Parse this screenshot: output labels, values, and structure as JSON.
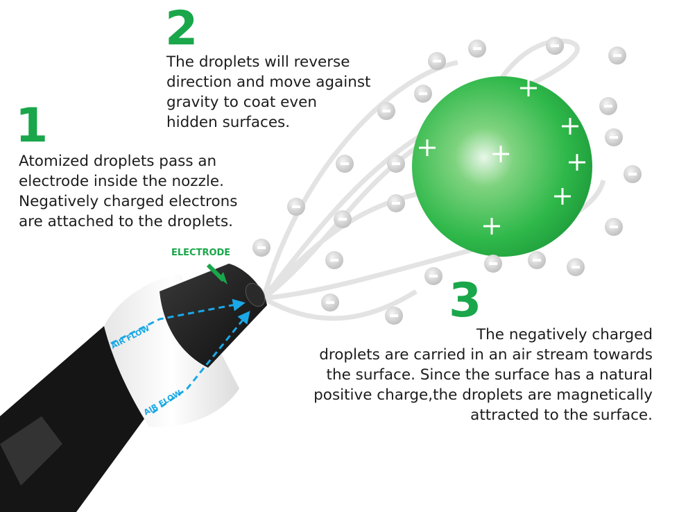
{
  "steps": [
    {
      "number": "1",
      "text": "Atomized droplets pass an\nelectrode inside the nozzle.\nNegatively charged electrons\nare attached to the droplets."
    },
    {
      "number": "2",
      "text": "The droplets will reverse\ndirection and move against\ngravity to coat even\nhidden surfaces."
    },
    {
      "number": "3",
      "text": "The negatively charged\ndroplets are carried in an air stream towards\nthe surface.  Since the surface has a natural\npositive charge,the droplets are magnetically\nattracted to the surface."
    }
  ],
  "labels": {
    "electrode": "ELECTRODE",
    "air_flow_1": "AIR FLOW",
    "air_flow_2": "AIR FLOW"
  },
  "colors": {
    "accent_green": "#1aa64a",
    "sphere_green": "#2fb84a",
    "air_flow_blue": "#1aa8e6",
    "charge_gray": "#cfcfcf"
  }
}
